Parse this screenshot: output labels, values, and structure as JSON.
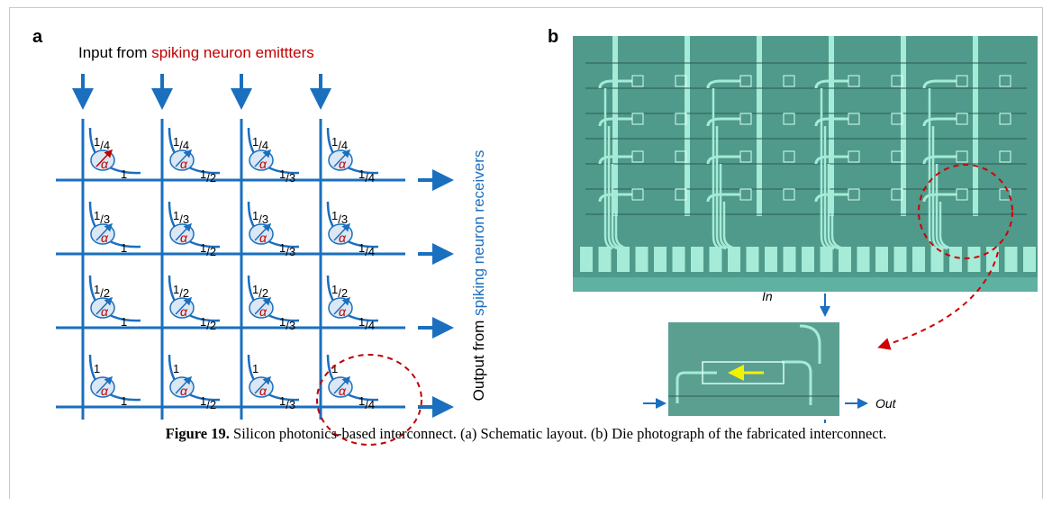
{
  "figure": {
    "panel_a_label": "a",
    "panel_b_label": "b",
    "caption_label": "Figure 19.",
    "caption_text": " Silicon photonics-based interconnect. (a) Schematic layout. (b) Die photograph of the fabricated interconnect."
  },
  "schematic": {
    "input_prefix": "Input from ",
    "input_highlight": "spiking neuron emittters",
    "output_prefix": "Output from ",
    "output_highlight": "spiking neuron receivers",
    "alpha_symbol": "α",
    "colors": {
      "line": "#1a6fbf",
      "highlight": "#c00000",
      "node_fill": "#dbe7f4"
    },
    "rows": [
      {
        "row_ratio": "1/4",
        "cols": [
          "1",
          "1/2",
          "1/3",
          "1/4"
        ]
      },
      {
        "row_ratio": "1/3",
        "cols": [
          "1",
          "1/2",
          "1/3",
          "1/4"
        ]
      },
      {
        "row_ratio": "1/2",
        "cols": [
          "1",
          "1/2",
          "1/3",
          "1/4"
        ]
      },
      {
        "row_ratio": "1",
        "cols": [
          "1",
          "1/2",
          "1/3",
          "1/4"
        ]
      }
    ]
  },
  "photo": {
    "in_label": "In",
    "out_label": "Out",
    "colors": {
      "chip": "#4f9a8a",
      "trace": "#a6ead8",
      "highlight": "#d00000",
      "arrow": "#f2f200"
    }
  }
}
